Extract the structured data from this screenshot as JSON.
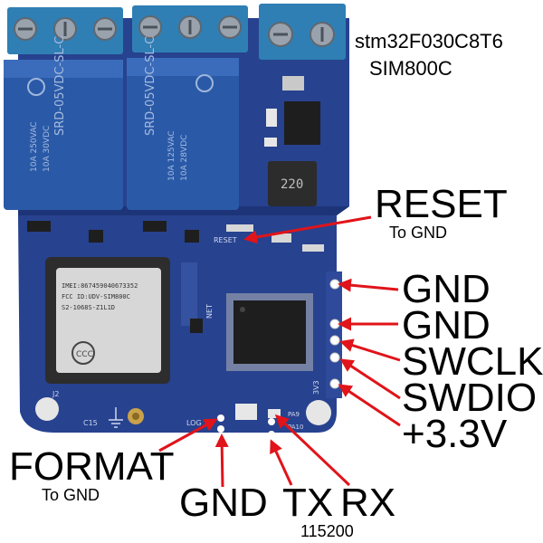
{
  "board": {
    "mcu_label": "stm32F030C8T6",
    "modem_label": "SIM800C",
    "module_print": {
      "line1": "IMEI:867459040673352",
      "line2": "FCC ID:UDV-SIM800C",
      "line3": "S2-1068S-Z1L1D"
    },
    "relay_print": {
      "left": "SRD-05VDC-SL-C",
      "right": "SRD-05VDC-SL-C",
      "rating_a": "10A 250VAC",
      "rating_b": "10A 125VAC",
      "rating_c": "10A 30VDC",
      "rating_d": "10A 28VDC"
    },
    "inductor_value": "220",
    "silk": {
      "reset": "RESET",
      "net": "NET",
      "log": "LOG",
      "pa9": "PA9",
      "pa10": "PA10",
      "c15": "C15",
      "j2": "J2",
      "v33": "3V3"
    }
  },
  "callouts": {
    "reset": "RESET",
    "reset_sub": "To GND",
    "gnd1": "GND",
    "gnd2": "GND",
    "swclk": "SWCLK",
    "swdio": "SWDIO",
    "v33": "+3.3V",
    "format": "FORMAT",
    "format_sub": "To GND",
    "gnd_bottom": "GND",
    "tx": "TX",
    "rx": "RX",
    "baud": "115200"
  },
  "colors": {
    "pcb": "#27428f",
    "pcb_dark": "#1d3478",
    "relay": "#2a5aa7",
    "terminal": "#2f7fb4",
    "arrow": "#e0141a",
    "chip": "#1e1e1e",
    "module": "#d7d7d7"
  }
}
